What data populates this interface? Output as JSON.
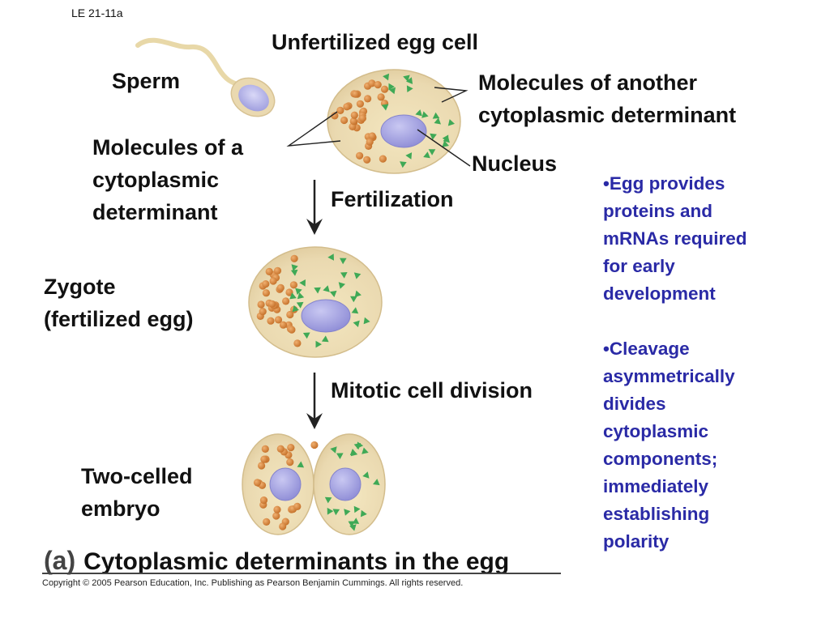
{
  "slide_id": "LE 21-11a",
  "labels": {
    "unfertilized_egg": "Unfertilized egg cell",
    "sperm": "Sperm",
    "another_determinant_line1": "Molecules of another",
    "another_determinant_line2": "cytoplasmic determinant",
    "nucleus": "Nucleus",
    "a_determinant_line1": "Molecules of a",
    "a_determinant_line2": "cytoplasmic",
    "a_determinant_line3": "determinant",
    "fertilization": "Fertilization",
    "zygote_line1": "Zygote",
    "zygote_line2": "(fertilized egg)",
    "mitotic_division": "Mitotic cell division",
    "two_celled_line1": "Two-celled",
    "two_celled_line2": "embryo"
  },
  "notes": {
    "note1": [
      "•Egg provides",
      "proteins and",
      "mRNAs required",
      "for early",
      "development"
    ],
    "note2": [
      "•Cleavage",
      "asymmetrically",
      "divides",
      "cytoplasmic",
      "components;",
      "immediately",
      "establishing",
      "polarity"
    ]
  },
  "caption": {
    "letter": "(a)",
    "text": "Cytoplasmic determinants in the egg"
  },
  "copyright": "Copyright © 2005 Pearson Education, Inc. Publishing as Pearson Benjamin Cummings. All rights reserved.",
  "colors": {
    "cytoplasm": "#ecdcb4",
    "cytoplasm_edge": "#d8c394",
    "orange_molecule": "#d98a43",
    "green_molecule": "#45ad5a",
    "nucleus": "#a7a6e2",
    "note_text": "#2a2aa6"
  }
}
